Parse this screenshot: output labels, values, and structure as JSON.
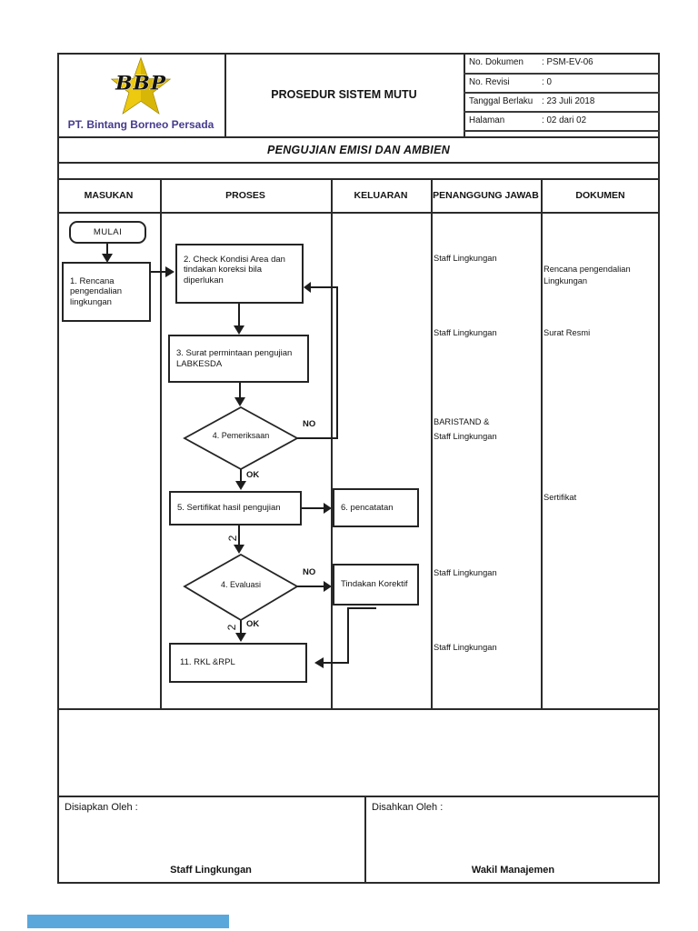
{
  "colors": {
    "company": "#463b8e",
    "star": "#edc90f",
    "star_shade": "#c7a504",
    "bottom_bar": "#5aa7dc"
  },
  "logo": {
    "monogram": "BBP",
    "company": "PT. Bintang Borneo Persada"
  },
  "header": {
    "title": "PROSEDUR SISTEM MUTU",
    "subtitle": "PENGUJIAN EMISI DAN AMBIEN",
    "info_rows": [
      {
        "label": "No. Dokumen",
        "value": ": PSM-EV-06"
      },
      {
        "label": "No. Revisi",
        "value": ": 0"
      },
      {
        "label": "Tanggal Berlaku",
        "value": ": 23 Juli 2018"
      },
      {
        "label": "Halaman",
        "value": ": 02 dari 02"
      }
    ]
  },
  "table": {
    "columns": [
      "MASUKAN",
      "PROSES",
      "KELUARAN",
      "PENANGGUNG JAWAB",
      "DOKUMEN"
    ]
  },
  "flow": {
    "start": "MULAI",
    "step1": "1. Rencana pengendalian lingkungan",
    "step2": "2. Check Kondisi Area dan tindakan koreksi bila diperlukan",
    "step3": "3. Surat permintaan pengujian LABKESDA",
    "decision1": "4. Pemeriksaan",
    "step5": "5. Sertifikat hasil pengujian",
    "step6": "6. pencatatan",
    "decision2": "4. Evaluasi",
    "corrective": "Tindakan Korektif",
    "step11": "11.  RKL &RPL",
    "no": "NO",
    "ok": "OK",
    "loop": "2"
  },
  "responsible": {
    "r1": "Staff Lingkungan",
    "r2": "Staff Lingkungan",
    "r3a": "BARISTAND &",
    "r3b": "Staff Lingkungan",
    "r4": "Staff Lingkungan",
    "r5": "Staff Lingkungan"
  },
  "documents": {
    "d1": "Rencana pengendalian Lingkungan",
    "d2": "Surat Resmi",
    "d3": "Sertifikat"
  },
  "signoff": {
    "prepared_label": "Disiapkan Oleh :",
    "approved_label": "Disahkan Oleh :",
    "prepared_by": "Staff Lingkungan",
    "approved_by": "Wakil Manajemen"
  }
}
